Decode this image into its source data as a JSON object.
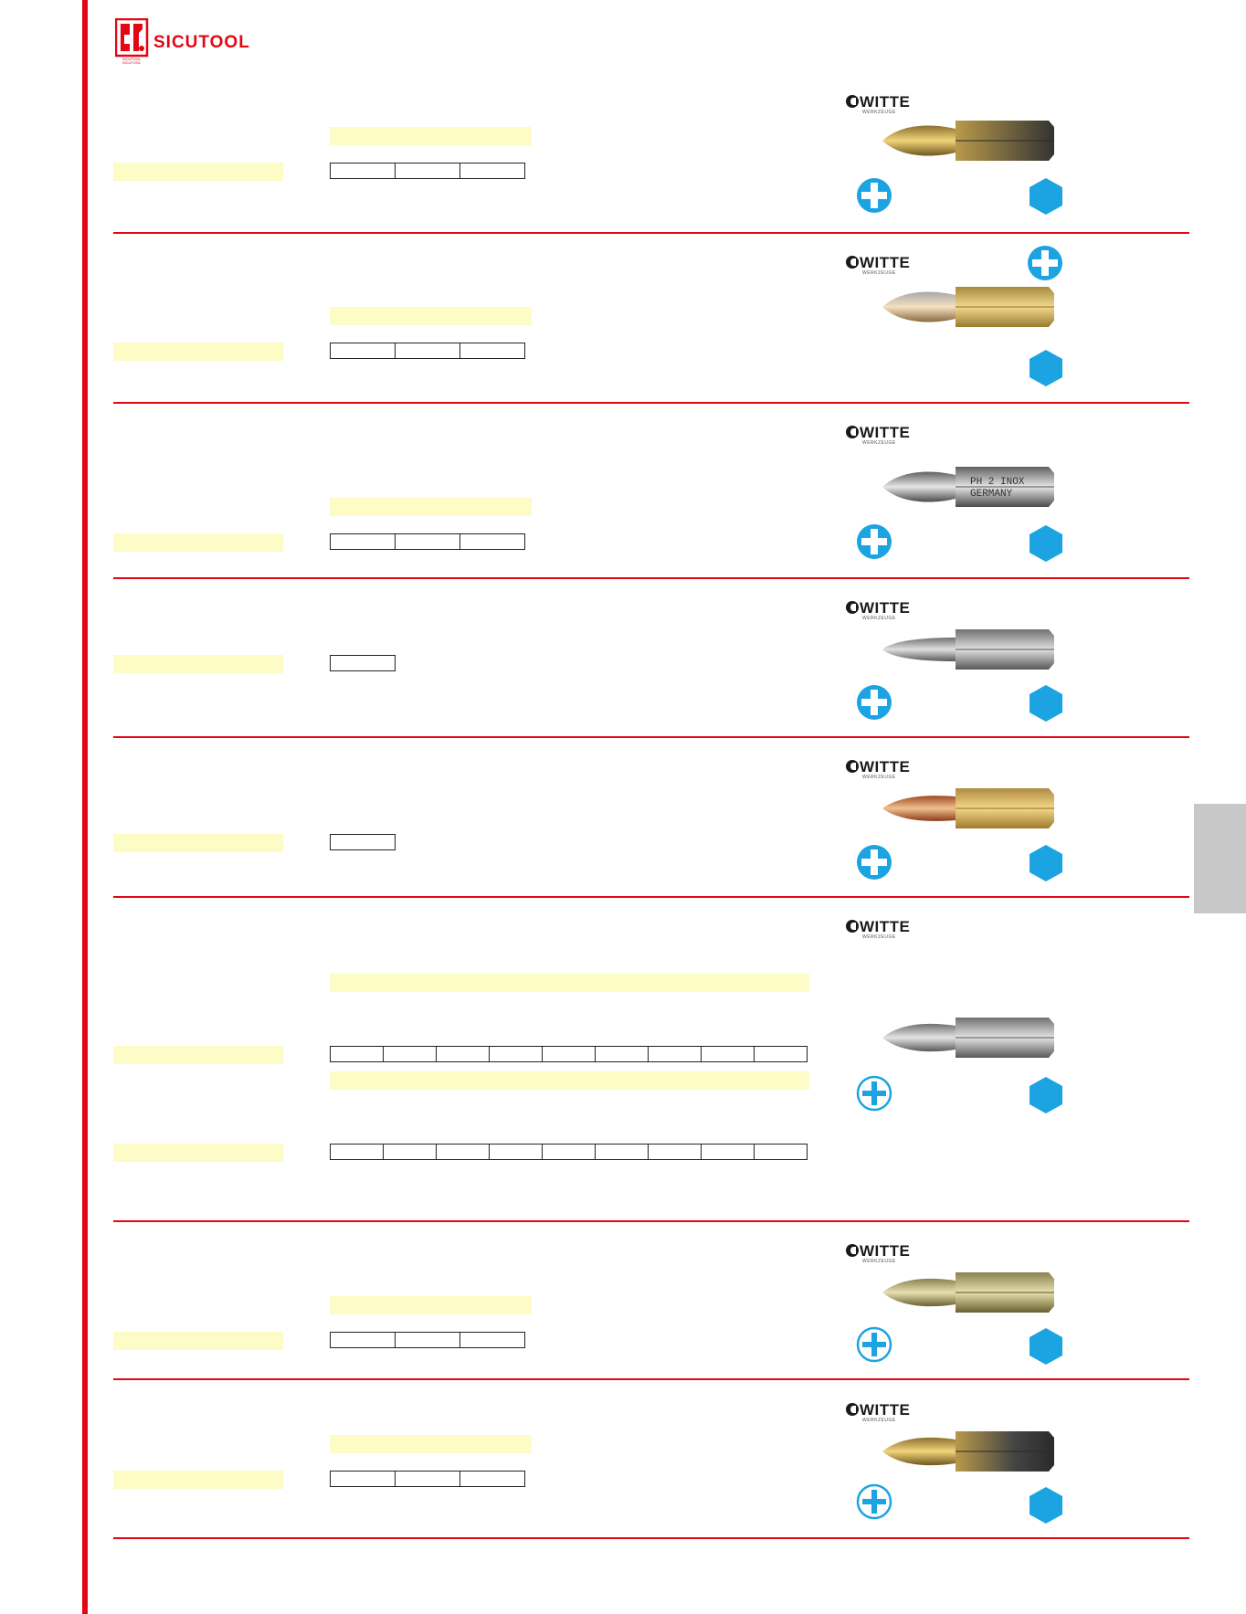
{
  "brand": {
    "name": "SICUTOOL",
    "sub": "SICUTOOL SICUTOOL"
  },
  "supplier": {
    "name": "WITTE",
    "sub": "WERKZEUGE"
  },
  "colors": {
    "accent": "#e30613",
    "highlight": "#fdfbc6",
    "icon_blue": "#1ca3e2"
  },
  "products": [
    {
      "bit_finish": "tin",
      "cross_icon": "phillips-solid-icon",
      "hex_icon": "hex-shank-icon",
      "columns": 3
    },
    {
      "bit_finish": "gold",
      "cross_icon": "phillips-solid-icon",
      "hex_icon": "hex-shank-icon",
      "columns": 3
    },
    {
      "bit_finish": "steel-engraved",
      "engraving": [
        "PH 2 INOX",
        "GERMANY"
      ],
      "cross_icon": "phillips-solid-icon",
      "hex_icon": "hex-shank-icon",
      "columns": 3
    },
    {
      "bit_finish": "steel",
      "cross_icon": "phillips-solid-icon",
      "hex_icon": "hex-shank-icon",
      "columns": 1
    },
    {
      "bit_finish": "copper-gold",
      "cross_icon": "phillips-solid-icon",
      "hex_icon": "hex-shank-icon",
      "columns": 1
    },
    {
      "bit_finish": "steel",
      "cross_icon": "pozidriv-outline-icon",
      "hex_icon": "hex-shank-icon",
      "columns": 9
    },
    {
      "bit_finish": "yellow-zinc",
      "cross_icon": "pozidriv-outline-icon",
      "hex_icon": "hex-shank-icon",
      "columns": 3
    },
    {
      "bit_finish": "tin",
      "cross_icon": "pozidriv-outline-icon",
      "hex_icon": "hex-shank-icon",
      "columns": 3
    }
  ]
}
